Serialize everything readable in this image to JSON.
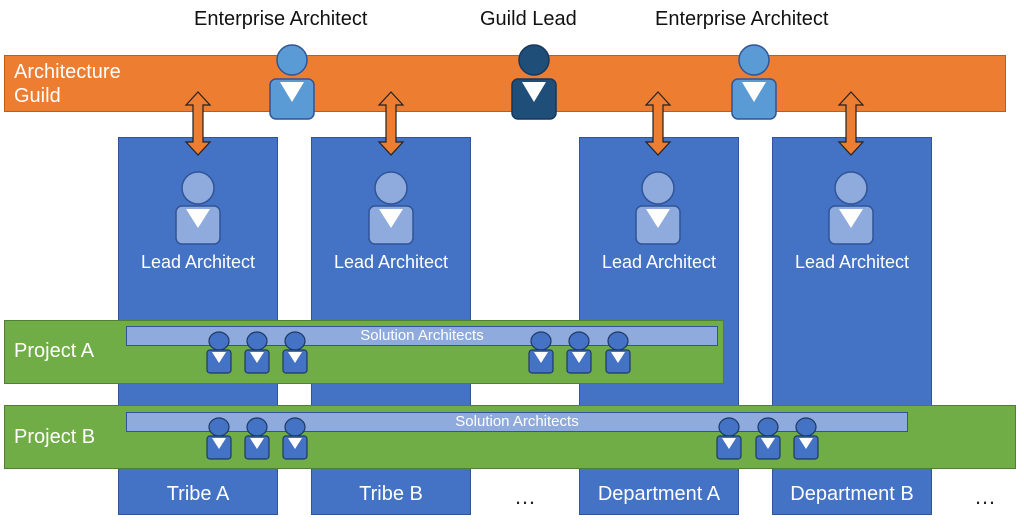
{
  "header": {
    "left_label": "Enterprise Architect",
    "center_label": "Guild Lead",
    "right_label": "Enterprise Architect"
  },
  "guild": {
    "title_line1": "Architecture",
    "title_line2": "Guild"
  },
  "columns": [
    {
      "lead_label": "Lead Architect",
      "name": "Tribe A"
    },
    {
      "lead_label": "Lead Architect",
      "name": "Tribe B"
    },
    {
      "lead_label": "Lead Architect",
      "name": "Department A"
    },
    {
      "lead_label": "Lead Architect",
      "name": "Department B"
    }
  ],
  "projects": [
    {
      "name": "Project A",
      "bar_label": "Solution Architects"
    },
    {
      "name": "Project B",
      "bar_label": "Solution Architects"
    }
  ],
  "ellipsis": {
    "middle": "…",
    "right": "…"
  },
  "colors": {
    "guild_orange": "#ED7D31",
    "column_blue": "#4472C4",
    "project_green": "#70AD47",
    "lead_person": "#8FAADC",
    "enterprise_person": "#5B9BD5",
    "guild_lead_person": "#1F4E79"
  }
}
